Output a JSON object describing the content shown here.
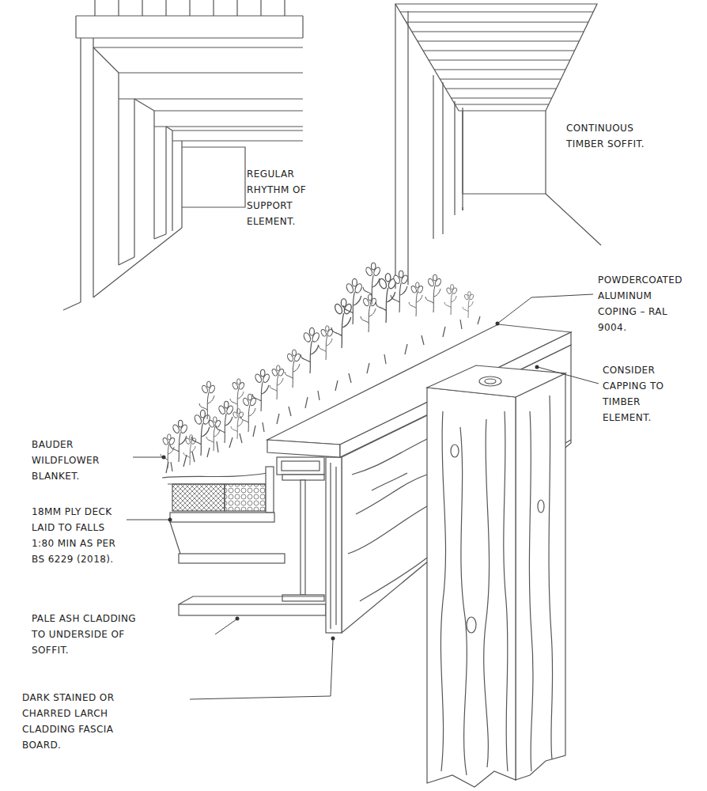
{
  "diagram": {
    "labels": [
      "REGULAR RHYTHM OF SUPPORT ELEMENT.",
      "CONTINUOUS TIMBER SOFFIT.",
      "POWDERCOATED ALUMINUM COPING – RAL 9004.",
      "CONSIDER CAPPING TO TIMBER ELEMENT.",
      "BAUDER WILDFLOWER BLANKET.",
      "18MM PLY DECK LAID TO FALLS 1:80 MIN AS PER BS 6229 (2018).",
      "PALE ASH CLADDING TO UNDERSIDE OF SOFFIT.",
      "DARK STAINED OR CHARRED LARCH CLADDING FASCIA BOARD."
    ]
  }
}
